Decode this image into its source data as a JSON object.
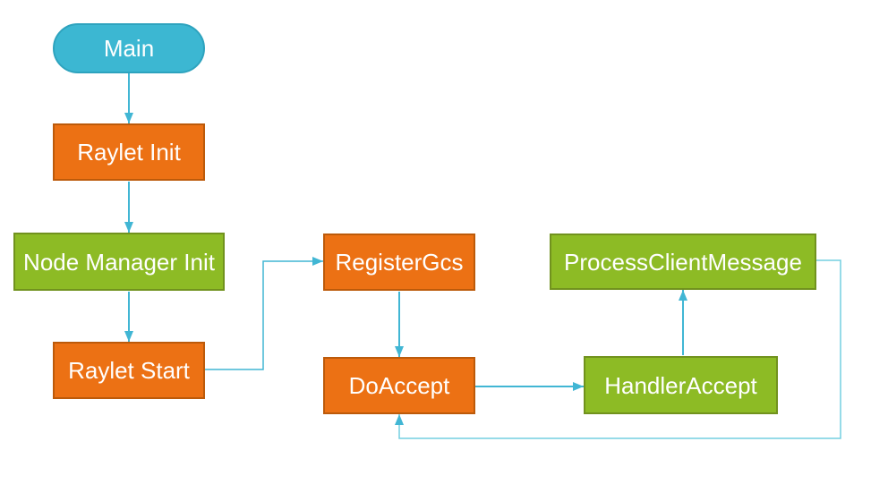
{
  "colors": {
    "background": "#FFFFFF",
    "node_text": "#FFFFFF",
    "node_cyan_fill": "#3CB7D2",
    "node_cyan_border": "#2EA3BE",
    "node_orange_fill": "#EC7114",
    "node_orange_border": "#BC5A0A",
    "node_green_fill": "#8DBB25",
    "node_green_border": "#71921E",
    "connector": "#41B6D4",
    "connector_light": "#74CFE0"
  },
  "nodes": [
    {
      "id": "main",
      "label": "Main",
      "shape": "stadium",
      "color": "cyan"
    },
    {
      "id": "raylet-init",
      "label": "Raylet Init",
      "shape": "rectangle",
      "color": "orange"
    },
    {
      "id": "node-manager-init",
      "label": "Node Manager Init",
      "shape": "rectangle",
      "color": "green"
    },
    {
      "id": "raylet-start",
      "label": "Raylet Start",
      "shape": "rectangle",
      "color": "orange"
    },
    {
      "id": "register-gcs",
      "label": "RegisterGcs",
      "shape": "rectangle",
      "color": "orange"
    },
    {
      "id": "do-accept",
      "label": "DoAccept",
      "shape": "rectangle",
      "color": "orange"
    },
    {
      "id": "handler-accept",
      "label": "HandlerAccept",
      "shape": "rectangle",
      "color": "green"
    },
    {
      "id": "process-client-message",
      "label": "ProcessClientMessage",
      "shape": "rectangle",
      "color": "green"
    }
  ],
  "edges": [
    {
      "from": "main",
      "to": "raylet-init",
      "style": "straight"
    },
    {
      "from": "raylet-init",
      "to": "node-manager-init",
      "style": "straight"
    },
    {
      "from": "node-manager-init",
      "to": "raylet-start",
      "style": "straight"
    },
    {
      "from": "raylet-start",
      "to": "register-gcs",
      "style": "elbow"
    },
    {
      "from": "register-gcs",
      "to": "do-accept",
      "style": "straight"
    },
    {
      "from": "do-accept",
      "to": "handler-accept",
      "style": "straight"
    },
    {
      "from": "handler-accept",
      "to": "process-client-message",
      "style": "straight"
    },
    {
      "from": "process-client-message",
      "to": "do-accept",
      "style": "loop"
    }
  ]
}
